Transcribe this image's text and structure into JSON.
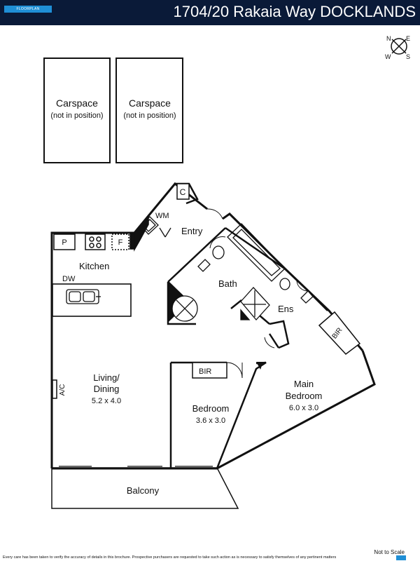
{
  "header": {
    "logo": "FLOORPLAN DIMENSIONS",
    "address": "1704/20 Rakaia Way DOCKLANDS"
  },
  "compass": {
    "n": "N",
    "e": "E",
    "s": "S",
    "w": "W"
  },
  "carspaces": [
    {
      "title": "Carspace",
      "note": "(not in position)"
    },
    {
      "title": "Carspace",
      "note": "(not in position)"
    }
  ],
  "rooms": {
    "c": "C",
    "wm": "WM",
    "entry": "Entry",
    "p": "P",
    "f": "F",
    "kitchen": "Kitchen",
    "dw": "DW",
    "bath": "Bath",
    "ens": "Ens",
    "bir_main": "BIR",
    "bir_bed": "BIR",
    "ac": "A/C",
    "living_name_1": "Living/",
    "living_name_2": "Dining",
    "living_size": "5.2 x 4.0",
    "bedroom_name": "Bedroom",
    "bedroom_size": "3.6 x 3.0",
    "main_name_1": "Main",
    "main_name_2": "Bedroom",
    "main_size": "6.0 x 3.0",
    "balcony": "Balcony"
  },
  "footer": {
    "scale": "Not to Scale",
    "disclaimer": "Every care has been taken to verify the accuracy of details in this brochure. Prospective purchasers are requested to take such action as is necessary to satisfy themselves of any pertinent matters"
  }
}
